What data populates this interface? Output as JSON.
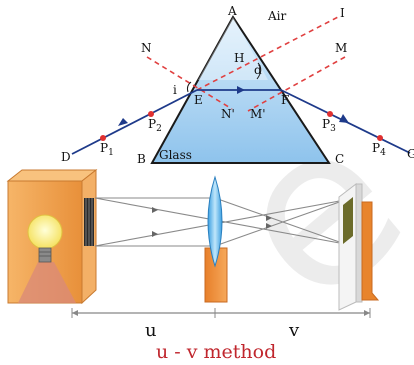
{
  "prism_diagram": {
    "medium_top_label": "Air",
    "medium_bottom_label": "Glass",
    "vertices": {
      "apex": "A",
      "base_left": "B",
      "base_right": "C"
    },
    "ray_points": {
      "start": "D",
      "end": "G",
      "entry": "E",
      "exit": "F",
      "p1": "P",
      "p1_sub": "1",
      "p2": "P",
      "p2_sub": "2",
      "p3": "P",
      "p3_sub": "3",
      "p4": "P",
      "p4_sub": "4"
    },
    "normals": {
      "left_out": "N",
      "left_in": "N'",
      "right_out": "M",
      "right_in": "M'"
    },
    "extension_end": "I",
    "foot_label": "H",
    "angle_incidence": "i",
    "angle_deviation": "d",
    "colors": {
      "ray": "#1e3a8a",
      "normal": "#e04040",
      "prism_fill": "#9cc9ef",
      "pin": "#e03030"
    }
  },
  "optical_bench": {
    "u_label": "u",
    "v_label": "v",
    "colors": {
      "lamp_box": "#f0a34a",
      "lens": "#5ab5ea",
      "screen": "#e8842c"
    }
  },
  "caption": "u - v method",
  "watermark_text": "e"
}
